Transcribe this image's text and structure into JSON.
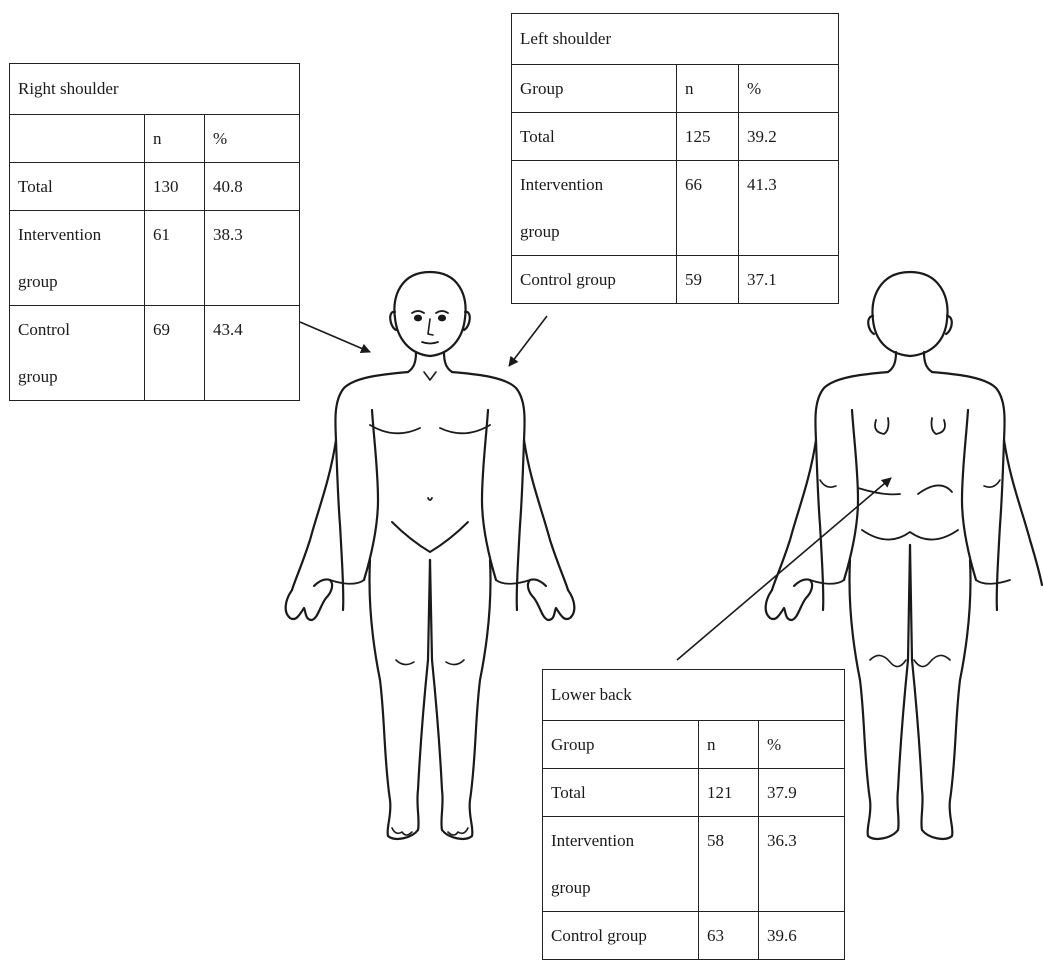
{
  "tables": {
    "right_shoulder": {
      "title": "Right shoulder",
      "header": {
        "group": "",
        "n": "n",
        "pct": "%"
      },
      "rows": [
        {
          "group": "Total",
          "n": "130",
          "pct": "40.8"
        },
        {
          "group": "Intervention",
          "group2": "group",
          "n": "61",
          "pct": "38.3"
        },
        {
          "group": "Control",
          "group2": "group",
          "n": "69",
          "pct": "43.4"
        }
      ]
    },
    "left_shoulder": {
      "title": "Left shoulder",
      "header": {
        "group": "Group",
        "n": "n",
        "pct": "%"
      },
      "rows": [
        {
          "group": "Total",
          "n": "125",
          "pct": "39.2"
        },
        {
          "group": "Intervention",
          "group2": "group",
          "n": "66",
          "pct": "41.3"
        },
        {
          "group": "Control group",
          "n": "59",
          "pct": "37.1"
        }
      ]
    },
    "lower_back": {
      "title": "Lower back",
      "header": {
        "group": "Group",
        "n": "n",
        "pct": "%"
      },
      "rows": [
        {
          "group": "Total",
          "n": "121",
          "pct": "37.9"
        },
        {
          "group": "Intervention",
          "group2": "group",
          "n": "58",
          "pct": "36.3"
        },
        {
          "group": "Control group",
          "n": "63",
          "pct": "39.6"
        }
      ]
    }
  },
  "colors": {
    "line": "#1a1a1a",
    "background": "#ffffff"
  }
}
